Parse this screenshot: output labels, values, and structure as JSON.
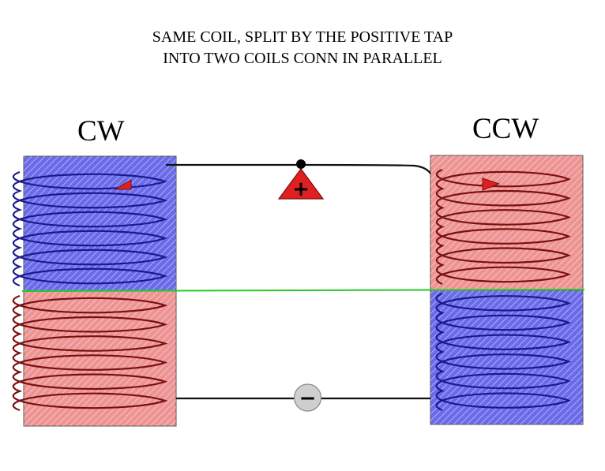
{
  "title": {
    "line1": "SAME COIL, SPLIT BY THE POSITIVE TAP",
    "line2": "INTO TWO COILS CONN IN  PARALLEL"
  },
  "coils": {
    "left": {
      "label": "CW",
      "top_color": "#6b6bea",
      "bottom_color": "#ee9393",
      "top_wire": "#1a1a8c",
      "bottom_wire": "#7a1010"
    },
    "right": {
      "label": "CCW",
      "top_color": "#ee9393",
      "bottom_color": "#6b6bea",
      "top_wire": "#7a1010",
      "bottom_wire": "#1a1a8c"
    }
  },
  "terminals": {
    "positive": {
      "symbol": "+",
      "color": "#e02020"
    },
    "negative": {
      "symbol": "−",
      "color": "#cfcfcf"
    }
  },
  "divider_color": "#22cc22"
}
